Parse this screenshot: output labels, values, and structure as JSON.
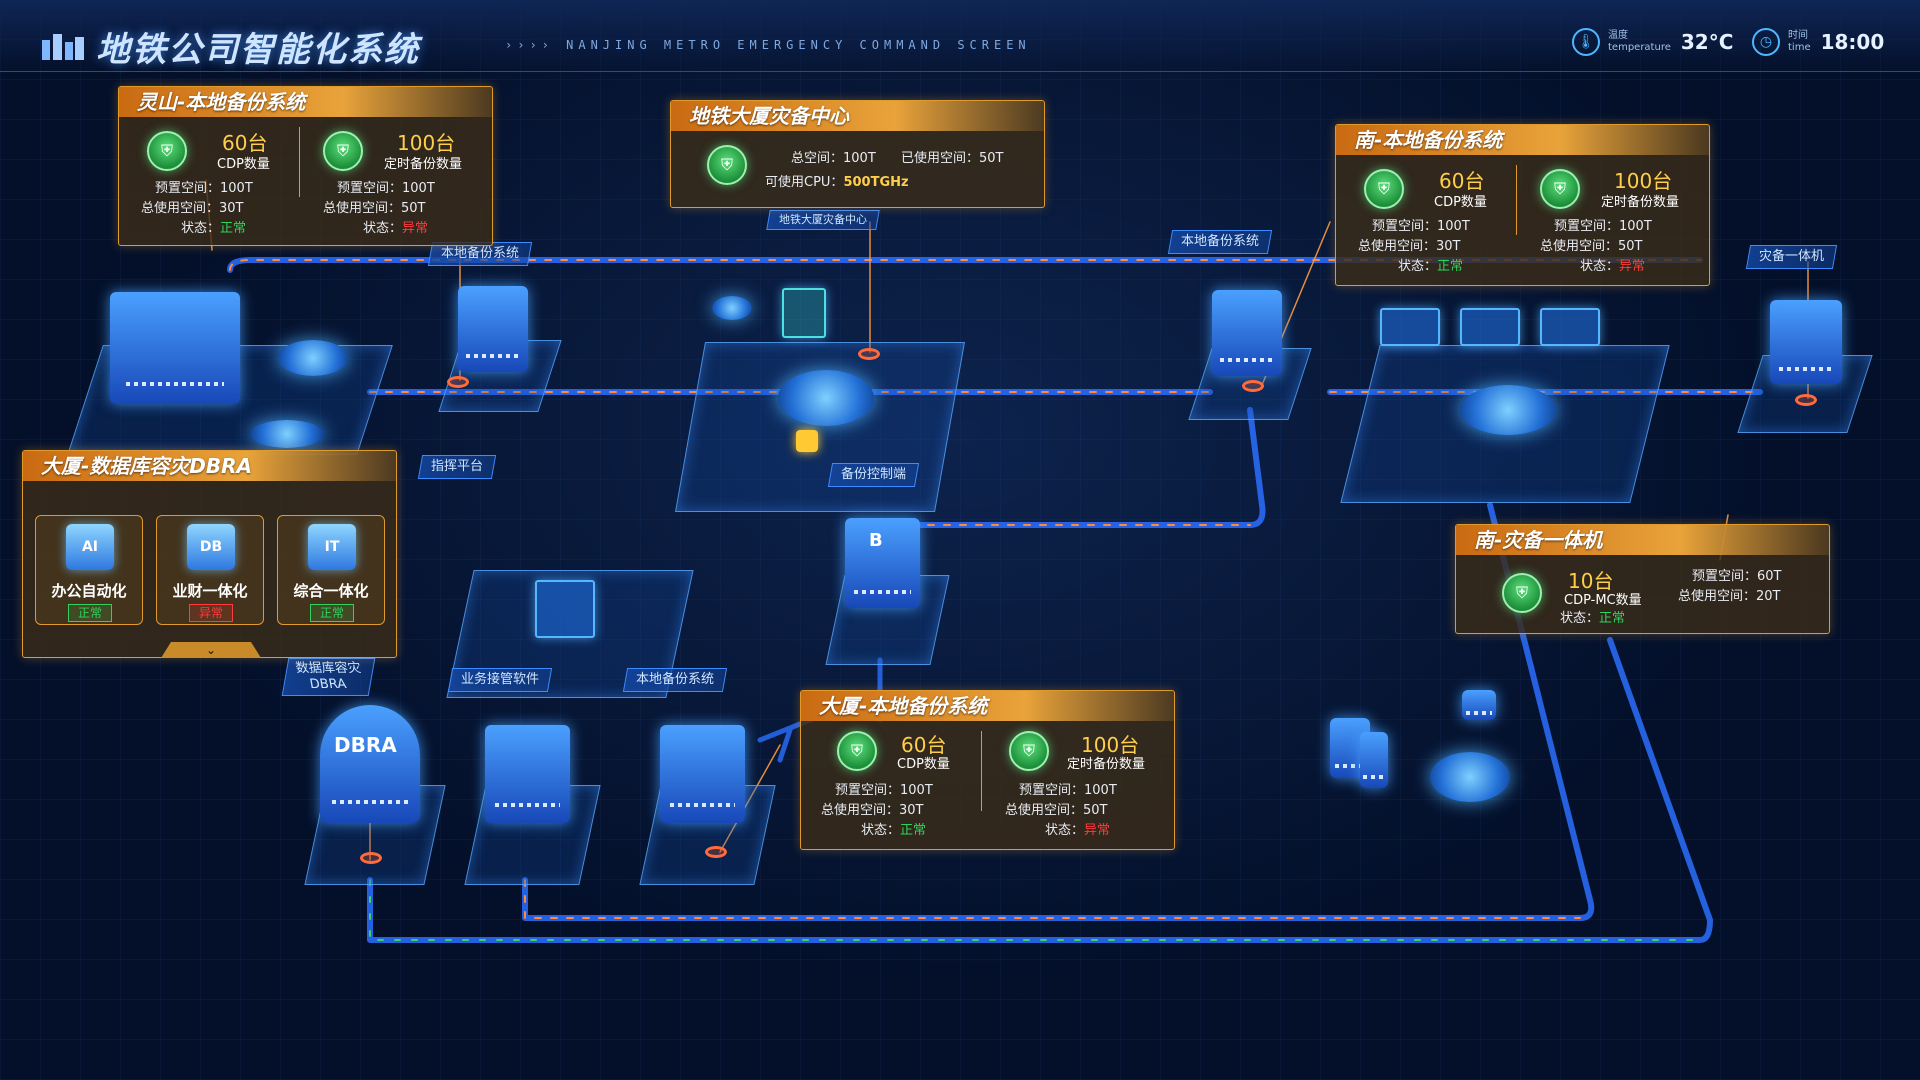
{
  "header": {
    "title": "地铁公司智能化系统",
    "subtitle": "NANJING METRO EMERGENCY COMMAND SCREEN",
    "temperature": {
      "label_cn": "温度",
      "label_en": "temperature",
      "value": "32°C"
    },
    "time": {
      "label_cn": "时间",
      "label_en": "time",
      "value": "18:00"
    }
  },
  "panels": {
    "lingshan": {
      "title": "灵山-本地备份系统",
      "left": {
        "count": "60台",
        "label": "CDP数量",
        "preset_label": "预置空间：",
        "preset": "100T",
        "used_label": "总使用空间：",
        "used": "30T",
        "status_label": "状态：",
        "status": "正常"
      },
      "right": {
        "count": "100台",
        "label": "定时备份数量",
        "preset_label": "预置空间：",
        "preset": "100T",
        "used_label": "总使用空间：",
        "used": "50T",
        "status_label": "状态：",
        "status": "异常"
      }
    },
    "dr_center": {
      "title": "地铁大厦灾备中心",
      "total_label": "总空间：",
      "total": "100T",
      "used_label": "已使用空间：",
      "used": "50T",
      "cpu_label": "可使用CPU：",
      "cpu": "500TGHz"
    },
    "south": {
      "title": "南-本地备份系统",
      "left": {
        "count": "60台",
        "label": "CDP数量",
        "preset_label": "预置空间：",
        "preset": "100T",
        "used_label": "总使用空间：",
        "used": "30T",
        "status_label": "状态：",
        "status": "正常"
      },
      "right": {
        "count": "100台",
        "label": "定时备份数量",
        "preset_label": "预置空间：",
        "preset": "100T",
        "used_label": "总使用空间：",
        "used": "50T",
        "status_label": "状态：",
        "status": "异常"
      }
    },
    "dbra": {
      "title": "大厦-数据库容灾DBRA",
      "cards": [
        {
          "name": "办公自动化",
          "status": "正常",
          "icon": "AI"
        },
        {
          "name": "业财一体化",
          "status": "异常",
          "icon": "DB"
        },
        {
          "name": "综合一体化",
          "status": "正常",
          "icon": "IT"
        }
      ]
    },
    "south_dr": {
      "title": "南-灾备一体机",
      "count": "10台",
      "label": "CDP-MC数量",
      "status_label": "状态：",
      "status": "正常",
      "preset_label": "预置空间：",
      "preset": "60T",
      "used_label": "总使用空间：",
      "used": "20T"
    },
    "dasha": {
      "title": "大厦-本地备份系统",
      "left": {
        "count": "60台",
        "label": "CDP数量",
        "preset_label": "预置空间：",
        "preset": "100T",
        "used_label": "总使用空间：",
        "used": "30T",
        "status_label": "状态：",
        "status": "正常"
      },
      "right": {
        "count": "100台",
        "label": "定时备份数量",
        "preset_label": "预置空间：",
        "preset": "100T",
        "used_label": "总使用空间：",
        "used": "50T",
        "status_label": "状态：",
        "status": "异常"
      }
    }
  },
  "tags": {
    "local_backup_1": "本地备份系统",
    "dr_center_tag": "地铁大厦灾备中心",
    "local_backup_2": "本地备份系统",
    "dr_all_in_one": "灾备一体机",
    "command_platform": "指挥平台",
    "backup_console": "备份控制端",
    "db_dr_dbra": "数据库容灾",
    "db_dr_dbra_line2": "DBRA",
    "business_software": "业务接管软件",
    "local_backup_3": "本地备份系统",
    "dbra_logo": "DBRA",
    "b_logo": "B"
  },
  "colors": {
    "accent": "#e09a2c",
    "ok": "#2fd35a",
    "bad": "#ff3b3b",
    "highlight": "#ffcf4a",
    "line": "#3d8cff"
  }
}
